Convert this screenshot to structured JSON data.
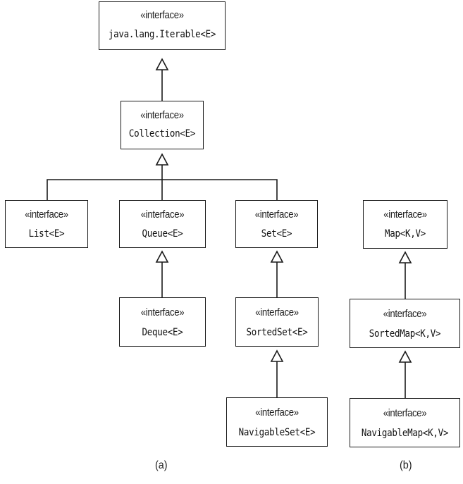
{
  "stereotype": "«interface»",
  "interfaces": {
    "iterable": "java.lang.Iterable<E>",
    "collection": "Collection<E>",
    "list": "List<E>",
    "queue": "Queue<E>",
    "set": "Set<E>",
    "deque": "Deque<E>",
    "sortedset": "SortedSet<E>",
    "navigableset": "NavigableSet<E>",
    "map": "Map<K,V>",
    "sortedmap": "SortedMap<K,V>",
    "navigablemap": "NavigableMap<K,V>"
  },
  "captions": {
    "a": "(a)",
    "b": "(b)"
  }
}
